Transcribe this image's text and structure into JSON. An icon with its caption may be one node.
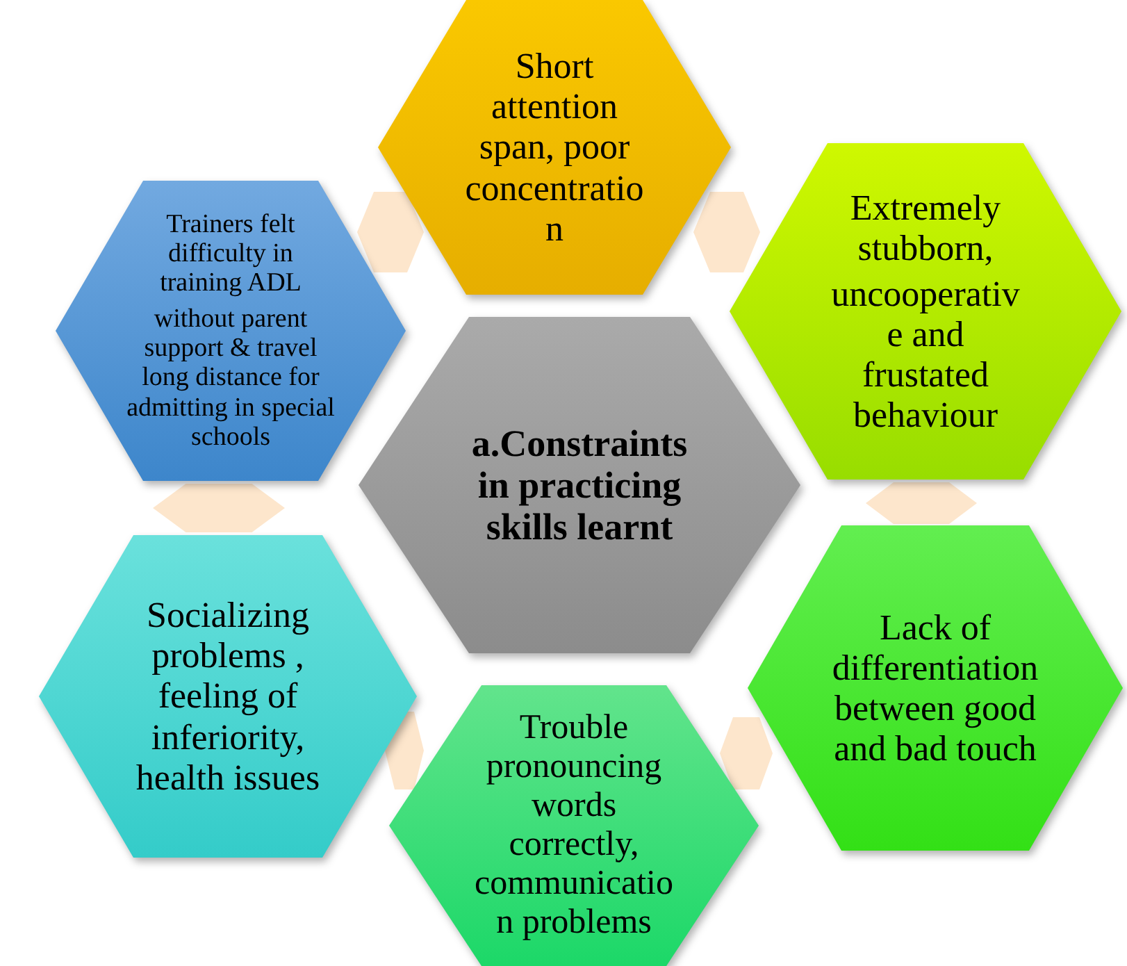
{
  "diagram": {
    "nodes": [
      {
        "text": [
          "Short attention span, poor concentratio n"
        ]
      },
      {
        "text": [
          "Trainers felt difficulty in training ADL",
          "without parent support & travel long distance for admitting in special schools"
        ]
      },
      {
        "text": [
          "Extremely stubborn,",
          "uncooperativ e  and frustated behaviour"
        ]
      },
      {
        "text": [
          "a.Constraints in practicing skills learnt"
        ]
      },
      {
        "text": [
          "Socializing problems , feeling of inferiority, health issues"
        ]
      },
      {
        "text": [
          "Lack of differentiation between good and bad touch"
        ]
      },
      {
        "text": [
          "Trouble pronouncing words correctly, communicatio n problems"
        ]
      },
      {
        "text": [],
        "shape": "hexagon"
      },
      {
        "text": [],
        "shape": "hexagon"
      },
      {
        "text": [],
        "shape": "hexagon"
      },
      {
        "text": [],
        "shape": "hexagon"
      },
      {
        "text": [],
        "shape": "hexagon"
      },
      {
        "text": [],
        "shape": "hexagon"
      }
    ]
  }
}
